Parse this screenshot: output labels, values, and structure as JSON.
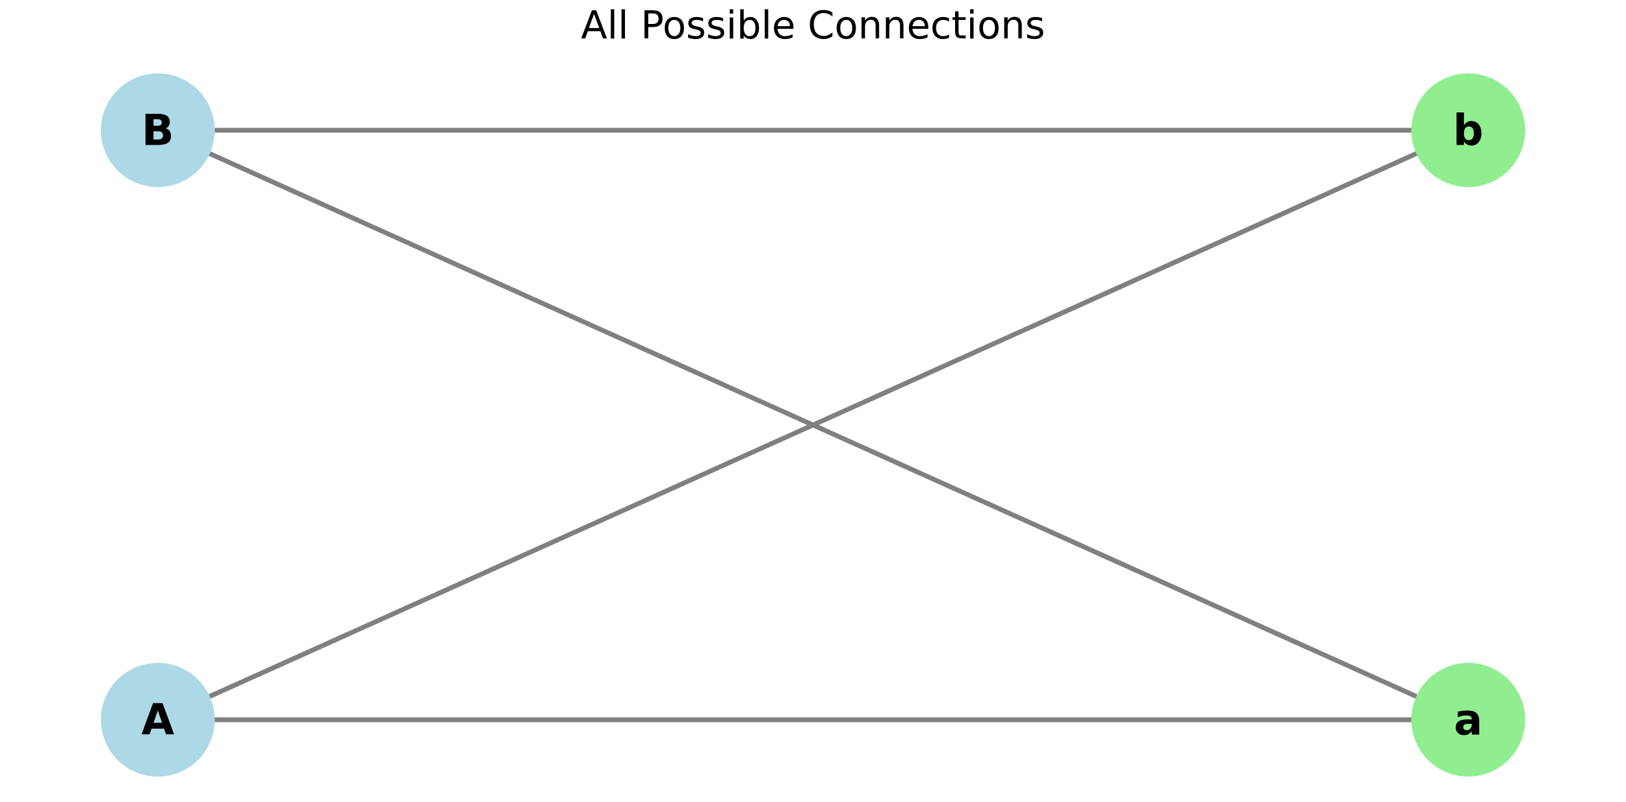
{
  "title": "All Possible Connections",
  "colors": {
    "left_node": "#add8e6",
    "right_node": "#90ee90",
    "edge": "#808080"
  },
  "nodes": [
    {
      "id": "B",
      "label": "B",
      "group": "left"
    },
    {
      "id": "A",
      "label": "A",
      "group": "left"
    },
    {
      "id": "b",
      "label": "b",
      "group": "right"
    },
    {
      "id": "a",
      "label": "a",
      "group": "right"
    }
  ],
  "edges": [
    {
      "from": "B",
      "to": "b"
    },
    {
      "from": "B",
      "to": "a"
    },
    {
      "from": "A",
      "to": "b"
    },
    {
      "from": "A",
      "to": "a"
    }
  ]
}
